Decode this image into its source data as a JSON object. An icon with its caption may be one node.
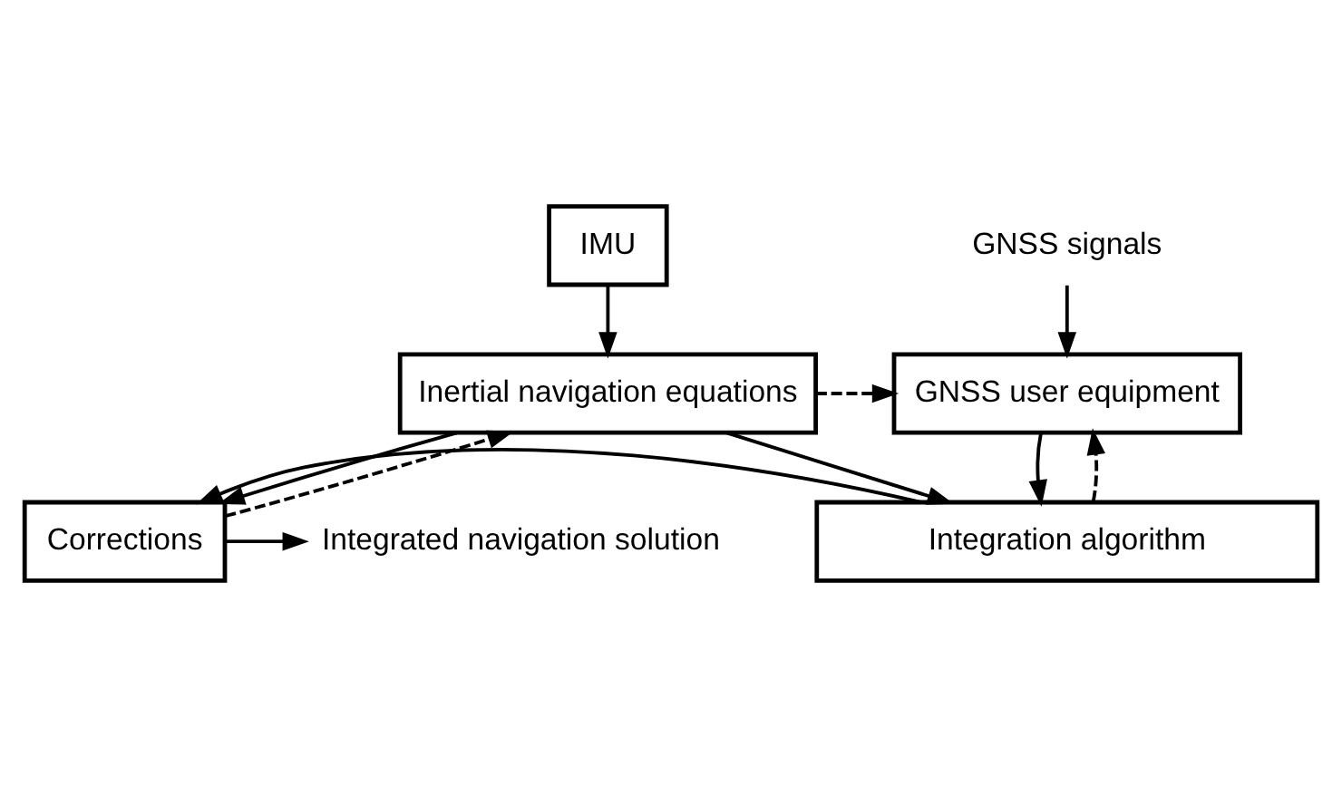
{
  "diagram": {
    "nodes": [
      {
        "text": [
          "GNSS signals"
        ]
      },
      {
        "text": [
          "IMU"
        ]
      },
      {
        "text": [
          "GNSS user equipment"
        ]
      },
      {
        "text": [
          "Inertial navigation equations"
        ]
      },
      {
        "text": [
          "Corrections"
        ]
      },
      {
        "text": [
          "Integration algorithm"
        ]
      },
      {
        "text": [
          "Integrated navigation solution"
        ]
      }
    ],
    "edges": [
      {
        "from": 0,
        "to": 2,
        "arrow": "to"
      },
      {
        "from": 1,
        "to": 3,
        "arrow": "to"
      },
      {
        "from": 3,
        "to": 2,
        "arrow": "to",
        "style": "dashed"
      },
      {
        "from": 4,
        "to": 3,
        "arrow": "to",
        "style": "dashed"
      },
      {
        "from": 2,
        "to": 5,
        "arrow": "to"
      },
      {
        "from": 3,
        "to": 5,
        "arrow": "to"
      },
      {
        "from": 3,
        "to": 4,
        "arrow": "to"
      },
      {
        "from": 5,
        "to": 4,
        "arrow": "to"
      },
      {
        "from": 5,
        "to": 2,
        "arrow": "to",
        "style": "dashed"
      },
      {
        "from": 4,
        "to": 6,
        "arrow": "to"
      }
    ]
  }
}
